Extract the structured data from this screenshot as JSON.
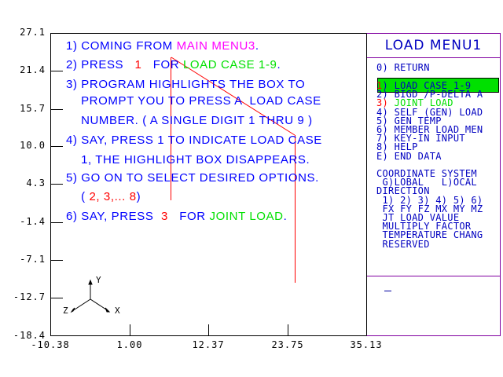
{
  "plot": {
    "y_ticks": [
      "27.1",
      "21.4",
      "15.7",
      "10.0",
      "4.3",
      "-1.4",
      "-7.1",
      "-12.7",
      "-18.4"
    ],
    "x_ticks": [
      "-10.38",
      "1.00",
      "12.37",
      "23.75",
      "35.13"
    ],
    "axis_labels": {
      "x": "X",
      "y": "Y",
      "z": "Z"
    }
  },
  "instructions": [
    {
      "parts": [
        {
          "t": "1) COMING FROM ",
          "c": "blue"
        },
        {
          "t": "MAIN MENU3",
          "c": "mag"
        },
        {
          "t": ".",
          "c": "blue"
        }
      ]
    },
    {
      "parts": [
        {
          "t": "2) PRESS   ",
          "c": "blue"
        },
        {
          "t": "1",
          "c": "red"
        },
        {
          "t": "   FOR ",
          "c": "blue"
        },
        {
          "t": "LOAD CASE 1-9",
          "c": "green"
        },
        {
          "t": ".",
          "c": "blue"
        }
      ]
    },
    {
      "parts": [
        {
          "t": "3) PROGRAM HIGHLIGHTS THE BOX TO",
          "c": "blue"
        }
      ]
    },
    {
      "parts": [
        {
          "t": "    PROMPT YOU TO PRESS A  LOAD CASE",
          "c": "blue"
        }
      ]
    },
    {
      "parts": [
        {
          "t": "    NUMBER. ( A SINGLE DIGIT 1 THRU 9 )",
          "c": "blue"
        }
      ]
    },
    {
      "parts": [
        {
          "t": "4) SAY, PRESS 1 TO INDICATE LOAD CASE",
          "c": "blue"
        }
      ]
    },
    {
      "parts": [
        {
          "t": "    1, THE HIGHLIGHT BOX DISAPPEARS.",
          "c": "blue"
        }
      ]
    },
    {
      "parts": [
        {
          "t": "5) GO ON TO SELECT DESIRED OPTIONS.",
          "c": "blue"
        }
      ]
    },
    {
      "parts": [
        {
          "t": "    ( ",
          "c": "blue"
        },
        {
          "t": "2, 3,... 8",
          "c": "red"
        },
        {
          "t": ")",
          "c": "blue"
        }
      ]
    },
    {
      "parts": [
        {
          "t": "6) SAY, PRESS  ",
          "c": "blue"
        },
        {
          "t": "3",
          "c": "red"
        },
        {
          "t": "   FOR ",
          "c": "blue"
        },
        {
          "t": "JOINT LOAD",
          "c": "green"
        },
        {
          "t": ".",
          "c": "blue"
        }
      ]
    }
  ],
  "menu": {
    "title": "LOAD MENU1",
    "items": [
      {
        "key": "0)",
        "label": " RETURN"
      },
      {
        "key": "1)",
        "label": " LOAD CASE 1-9",
        "highlighted": true
      },
      {
        "key": "2)",
        "label": " BIGD /P-DELTA A"
      },
      {
        "key": "3)",
        "label": " JOINT LOAD",
        "selected": true
      },
      {
        "key": "4)",
        "label": " SELF (GEN) LOAD"
      },
      {
        "key": "5)",
        "label": " GEN TEMP"
      },
      {
        "key": "6)",
        "label": " MEMBER LOAD MEN"
      },
      {
        "key": "7)",
        "label": " KEY-IN INPUT"
      },
      {
        "key": "8)",
        "label": " HELP"
      },
      {
        "key": "E)",
        "label": " END DATA"
      }
    ],
    "coordinate_header": "COORDINATE SYSTEM",
    "coordinate_options": " G)LOBAL   L)OCAL",
    "direction_header": "DIRECTION",
    "direction_keys": " 1) 2) 3) 4) 5) 6)",
    "direction_labels": " FX FY FZ MX MY MZ",
    "fields": [
      " JT LOAD VALUE",
      " MULTIPLY FACTOR",
      " TEMPERATURE CHANG",
      " RESERVED"
    ],
    "input_cursor": "_"
  },
  "colors": {
    "blue": "#0000ff",
    "magenta": "#ff00ff",
    "red": "#ff0000",
    "green": "#00e000",
    "menu_border": "#8000a0"
  }
}
